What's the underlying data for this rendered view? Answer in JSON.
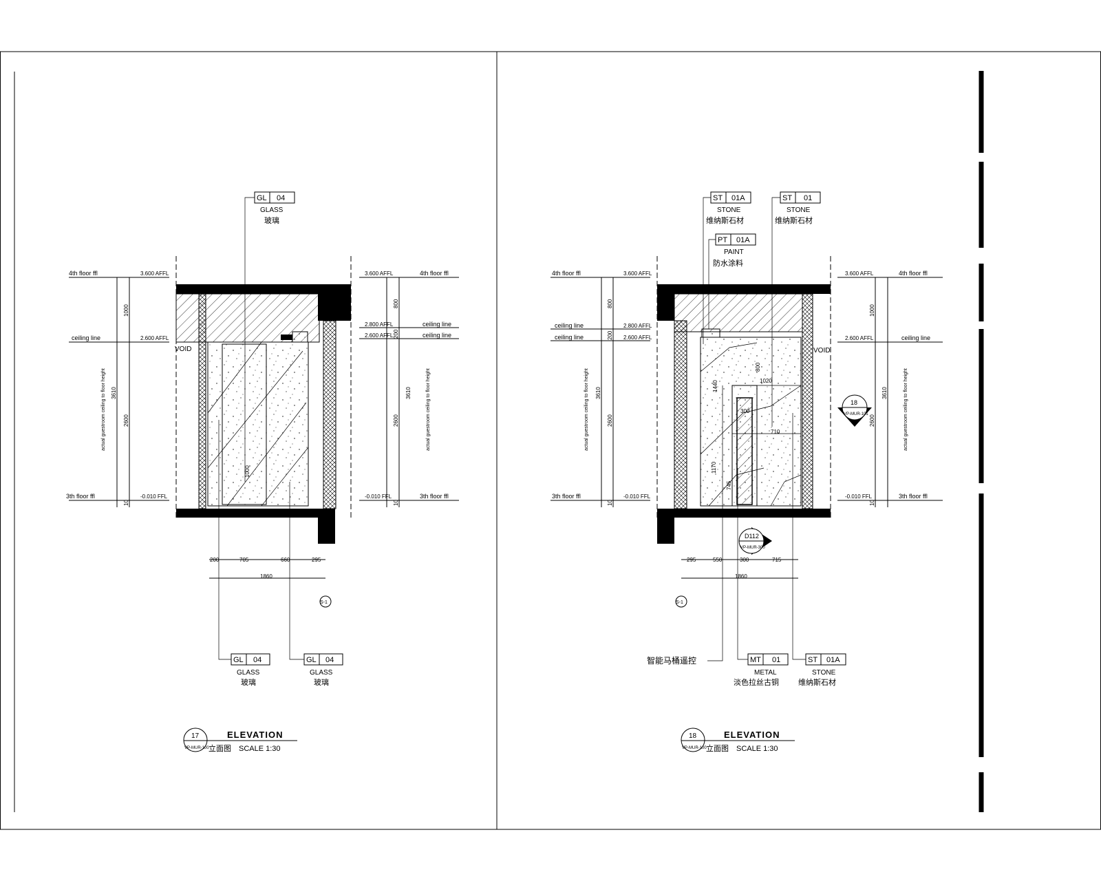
{
  "drawings": [
    {
      "id": "left",
      "number": "17",
      "ref": "VP-MUR-100",
      "title": "ELEVATION",
      "subtitle_cn": "立面图",
      "scale": "SCALE 1:30",
      "void_label": "VOID",
      "levels": [
        {
          "name": "4th floor ffl",
          "value": "3.600 AFFL"
        },
        {
          "name": "ceiling line",
          "value": "2.600 AFFL"
        },
        {
          "name": "3th floor ffl",
          "value": "-0.010 FFL"
        }
      ],
      "right_levels": [
        "3.600 AFFL",
        "2.800 AFFL",
        "2.600 AFFL",
        "-0.010 FFL"
      ],
      "vertical_dims": [
        "1000",
        "3610",
        "2600",
        "10"
      ],
      "right_vertical_dims": [
        "800",
        "200",
        "3610",
        "2600",
        "10"
      ],
      "side_note": "actual guestroom ceiling to floor height",
      "bottom_dims": [
        "200",
        "705",
        "660",
        "295"
      ],
      "total_dim": "1860",
      "inner_label": "1000",
      "tags": [
        {
          "code": "GL",
          "num": "04",
          "en": "GLASS",
          "cn": "玻璃"
        },
        {
          "code": "GL",
          "num": "04",
          "en": "GLASS",
          "cn": "玻璃"
        },
        {
          "code": "GL",
          "num": "04",
          "en": "GLASS",
          "cn": "玻璃"
        }
      ],
      "section_mark": "S-1"
    },
    {
      "id": "right",
      "number": "18",
      "ref": "VP-MUR-100",
      "title": "ELEVATION",
      "subtitle_cn": "立面图",
      "scale": "SCALE 1:30",
      "void_label": "VOID",
      "levels": [
        {
          "name": "4th floor ffl",
          "value": "3.600 AFFL"
        },
        {
          "name": "ceiling line",
          "value": "2.800 AFFL"
        },
        {
          "name": "ceiling line",
          "value": "2.600 AFFL"
        },
        {
          "name": "3th floor ffl",
          "value": "-0.010 FFL"
        }
      ],
      "right_levels": [
        "3.600 AFFL",
        "2.600 AFFL",
        "-0.010 FFL"
      ],
      "vertical_dims": [
        "800",
        "200",
        "3610",
        "2600",
        "10"
      ],
      "right_vertical_dims": [
        "1000",
        "3610",
        "2600",
        "10"
      ],
      "side_note": "actual guestroom ceiling to floor height",
      "bottom_dims": [
        "295",
        "550",
        "300",
        "715"
      ],
      "total_dim": "1860",
      "inner_dims": [
        "1440",
        "800",
        "1020",
        "710",
        "1170",
        "745",
        "300"
      ],
      "tags": [
        {
          "code": "ST",
          "num": "01A",
          "en": "STONE",
          "cn": "维纳斯石材"
        },
        {
          "code": "ST",
          "num": "01",
          "en": "STONE",
          "cn": "维纳斯石材"
        },
        {
          "code": "PT",
          "num": "01A",
          "en": "PAINT",
          "cn": "防水涂料"
        },
        {
          "code": "MT",
          "num": "01",
          "en": "METAL",
          "cn": "淡色拉丝古铜"
        },
        {
          "code": "ST",
          "num": "01A",
          "en": "STONE",
          "cn": "维纳斯石材"
        }
      ],
      "callout_note": "智能马桶遥控",
      "detail_marks": [
        {
          "num": "18",
          "ref": "VP-MUR-101"
        },
        {
          "num": "D112",
          "ref": "VP-MUR-300"
        }
      ],
      "section_mark": "S-1"
    }
  ]
}
